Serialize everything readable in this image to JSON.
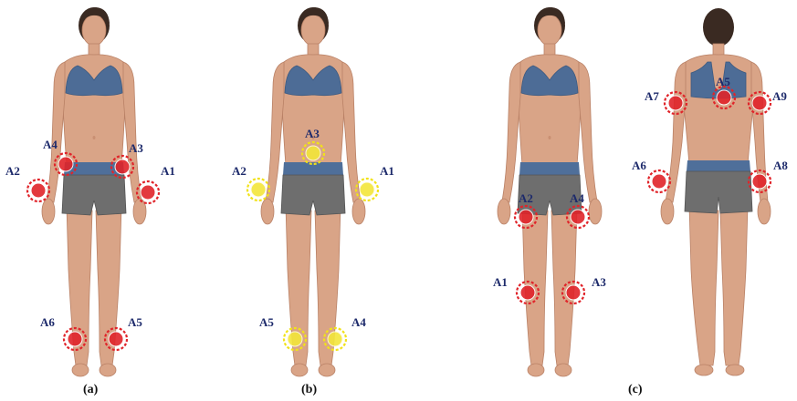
{
  "panels": [
    {
      "caption": "(a)",
      "sensors": [
        "A1",
        "A2",
        "A3",
        "A4",
        "A5",
        "A6"
      ],
      "sensor_color": "#e0242a"
    },
    {
      "caption": "(b)",
      "sensors": [
        "A1",
        "A2",
        "A3",
        "A4",
        "A5"
      ],
      "sensor_color": "#f1e21a"
    },
    {
      "caption": "(c)",
      "sensors_front": [
        "A1",
        "A2",
        "A3",
        "A4"
      ],
      "sensors_back": [
        "A5",
        "A6",
        "A7",
        "A8",
        "A9"
      ],
      "sensor_color": "#e0242a"
    }
  ],
  "label_color": "#1d2a6b"
}
